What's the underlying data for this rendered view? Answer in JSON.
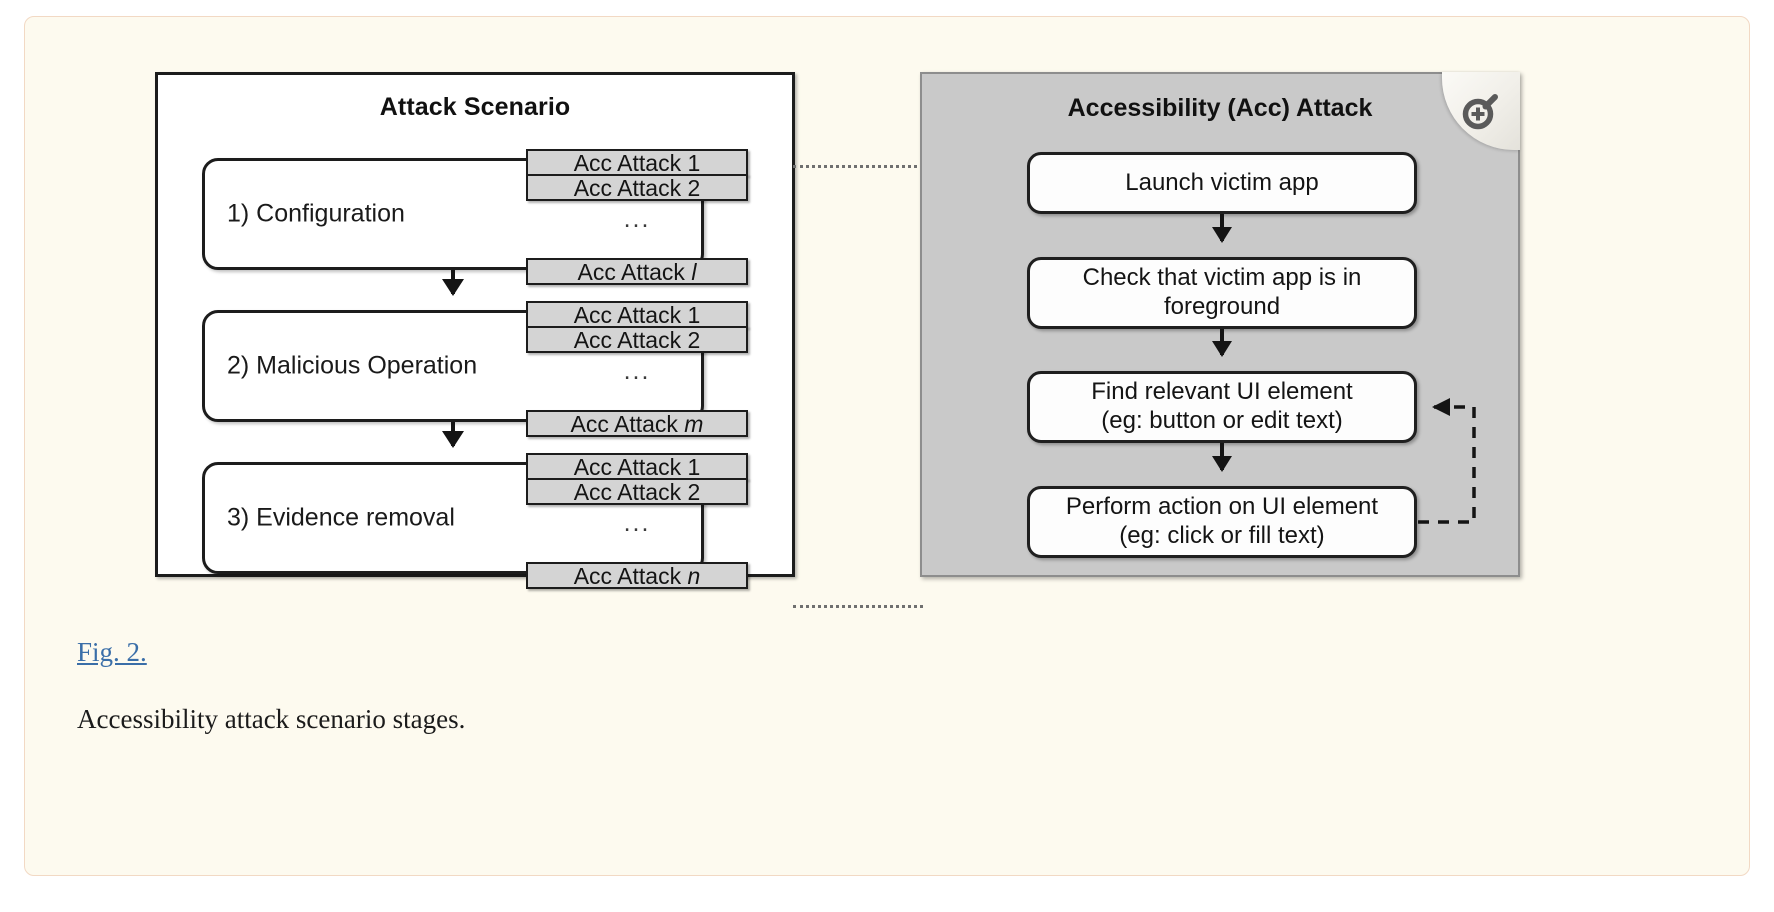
{
  "figure": {
    "scenario_panel": {
      "title": "Attack Scenario",
      "stages": [
        {
          "label": "1) Configuration",
          "chips": [
            "Acc Attack 1",
            "Acc Attack 2"
          ],
          "ellipsis": "...",
          "last_chip_prefix": "Acc Attack ",
          "last_chip_index": "l"
        },
        {
          "label": "2) Malicious Operation",
          "chips": [
            "Acc Attack 1",
            "Acc Attack 2"
          ],
          "ellipsis": "...",
          "last_chip_prefix": "Acc Attack ",
          "last_chip_index": "m"
        },
        {
          "label": "3) Evidence removal",
          "chips": [
            "Acc Attack 1",
            "Acc Attack 2"
          ],
          "ellipsis": "...",
          "last_chip_prefix": "Acc Attack ",
          "last_chip_index": "n"
        }
      ]
    },
    "acc_panel": {
      "title": "Accessibility (Acc) Attack",
      "steps": [
        "Launch victim app",
        "Check that victim app is in foreground",
        "Find relevant UI element (eg: button or edit text)",
        "Perform action on UI element (eg: click or fill text)"
      ],
      "step_lines": [
        [
          "Launch victim app"
        ],
        [
          "Check that victim app is in",
          "foreground"
        ],
        [
          "Find relevant UI element",
          "(eg: button or edit text)"
        ],
        [
          "Perform action on UI element",
          "(eg: click or fill text)"
        ]
      ]
    },
    "badge_icon": "zoom-in-icon"
  },
  "caption": {
    "figure_link": "Fig. 2.",
    "text": "Accessibility attack scenario stages."
  },
  "colors": {
    "page_background": "#fdfaef",
    "card_border": "#f2d9c4",
    "panel_outline": "#1c1c1c",
    "acc_panel_fill": "#c9c9c9",
    "chip_fill": "#d4d4d4",
    "link_blue": "#3a6ea8"
  }
}
